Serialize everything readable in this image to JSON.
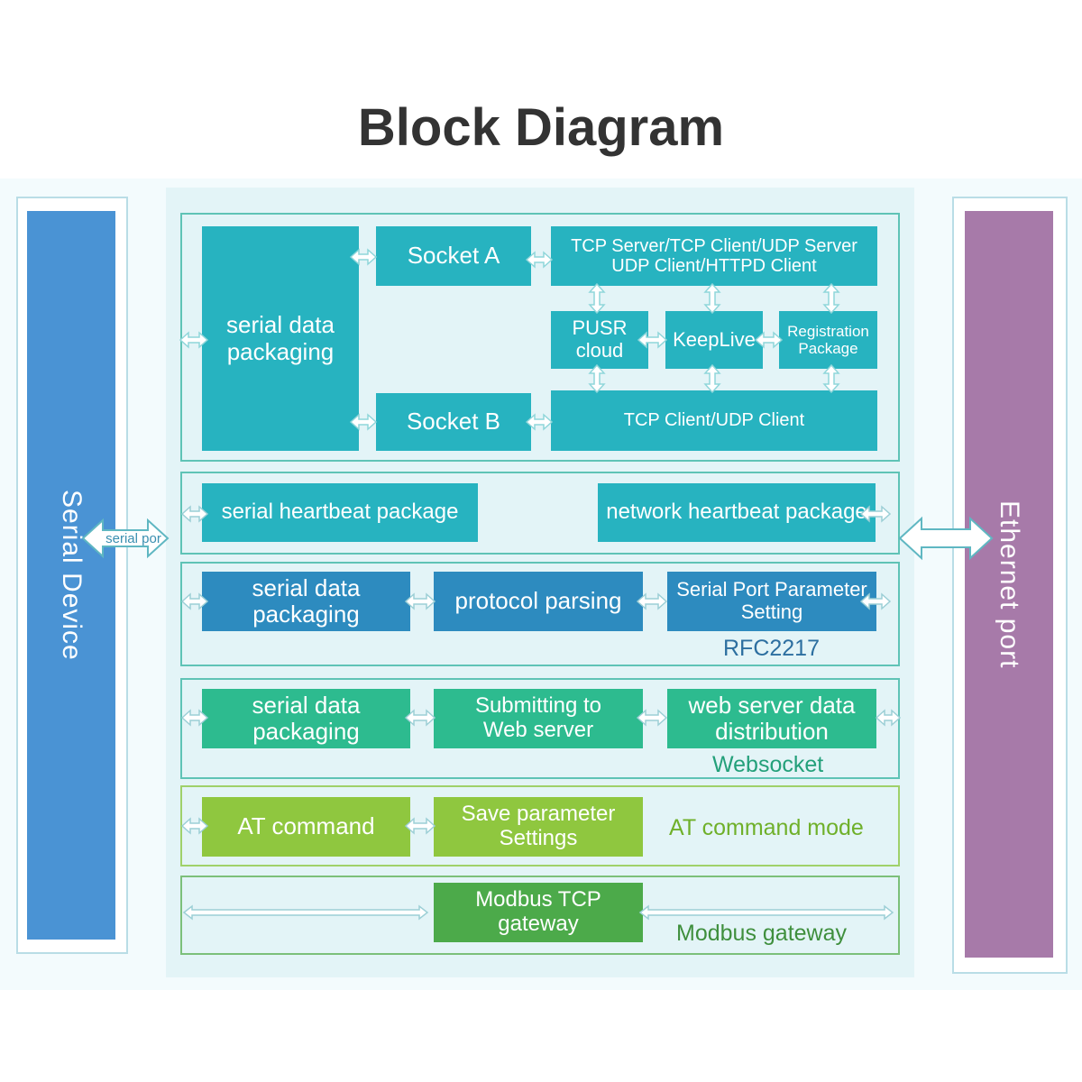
{
  "title": "Block Diagram",
  "left_column": {
    "label": "Serial Device"
  },
  "right_column": {
    "label": "Ethernet port"
  },
  "serial_port_arrow": {
    "label": "serial por"
  },
  "socket_group": {
    "packaging": "serial data packaging",
    "socket_a": "Socket A",
    "socket_b": "Socket B",
    "socket_a_modes_line1": "TCP Server/TCP Client/UDP Server",
    "socket_a_modes_line2": "UDP Client/HTTPD Client",
    "pusr_line1": "PUSR",
    "pusr_line2": "cloud",
    "keeplive": "KeepLive",
    "registration_line1": "Registration",
    "registration_line2": "Package",
    "socket_b_modes": "TCP Client/UDP Client"
  },
  "heartbeat_group": {
    "serial_heartbeat": "serial heartbeat package",
    "network_heartbeat": "network heartbeat package"
  },
  "rfc_group": {
    "packaging_line1": "serial data",
    "packaging_line2": "packaging",
    "protocol_parsing": "protocol parsing",
    "param_line1": "Serial Port Parameter",
    "param_line2": "Setting",
    "caption": "RFC2217"
  },
  "websocket_group": {
    "packaging_line1": "serial data",
    "packaging_line2": "packaging",
    "submit_line1": "Submitting to",
    "submit_line2": "Web server",
    "distribution_line1": "web server data",
    "distribution_line2": "distribution",
    "caption": "Websocket"
  },
  "at_group": {
    "at_command": "AT command",
    "save_line1": "Save parameter",
    "save_line2": "Settings",
    "caption": "AT command mode"
  },
  "modbus_group": {
    "gateway_line1": "Modbus TCP",
    "gateway_line2": "gateway",
    "caption": "Modbus gateway"
  },
  "colors": {
    "serial_device": "#4a93d4",
    "ethernet_port": "#a77aa9",
    "socket_blocks": "#27b3c0",
    "rfc_blocks": "#2d8bbf",
    "websocket_blocks": "#2dbb8f",
    "at_blocks": "#8fc73f",
    "modbus_block": "#4caa4a",
    "group_border": "#5fc3b6"
  },
  "icons": [
    "double-arrow-icon"
  ]
}
